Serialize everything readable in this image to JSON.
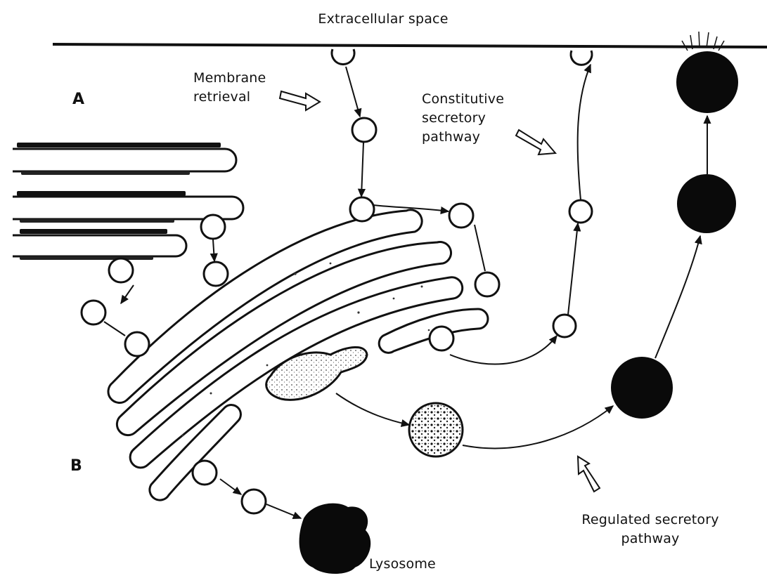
{
  "labels": {
    "extracellular_space": "Extracellular space",
    "membrane_retrieval": "Membrane\nretrieval",
    "constitutive_pathway": "Constitutive\nsecretory\npathway",
    "regulated_pathway": "Regulated secretory\npathway",
    "lysosome": "Lysosome",
    "marker_a": "A",
    "marker_b": "B"
  },
  "colors": {
    "ink": "#111111",
    "membrane_fill": "#ffffff",
    "granule_fill": "#0a0a0a",
    "background": "#ffffff"
  }
}
